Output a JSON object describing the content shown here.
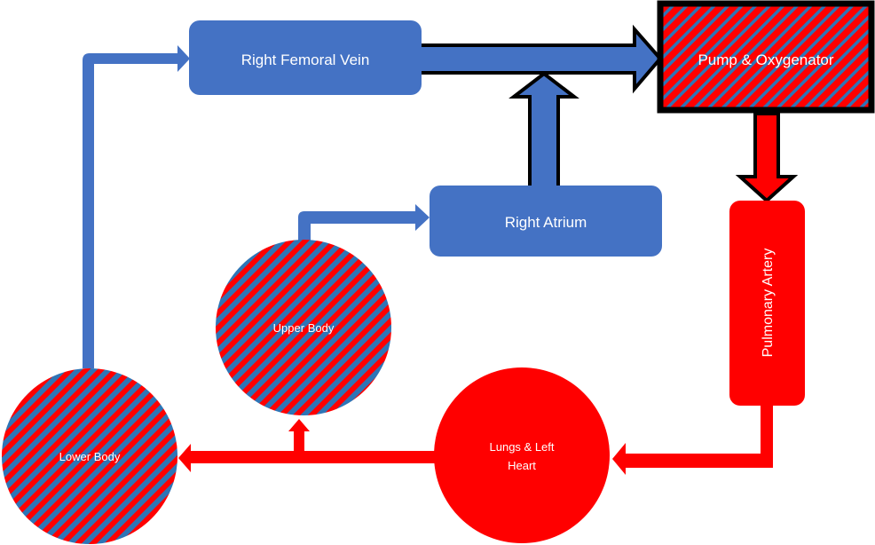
{
  "title": "ECMO circulation diagram",
  "colors": {
    "venous_blue": "#4472C4",
    "arterial_red": "#FF0000",
    "mixed_blue": "#2E75B6",
    "outline": "#000000",
    "text": "#FFFFFF"
  },
  "nodes": {
    "right_femoral_vein": "Right Femoral Vein",
    "pump_oxygenator": "Pump & Oxygenator",
    "right_atrium": "Right Atrium",
    "pulmonary_artery": "Pulmonary Artery",
    "upper_body": "Upper Body",
    "lower_body": "Lower Body",
    "lungs_left_heart_line1": "Lungs & Left",
    "lungs_left_heart_line2": "Heart"
  },
  "flows": [
    {
      "from": "Lower Body",
      "to": "Right Femoral Vein",
      "type": "venous"
    },
    {
      "from": "Right Femoral Vein",
      "to": "Pump & Oxygenator",
      "type": "venous"
    },
    {
      "from": "Right Atrium",
      "to": "Pump & Oxygenator",
      "type": "venous"
    },
    {
      "from": "Upper Body",
      "to": "Right Atrium",
      "type": "venous"
    },
    {
      "from": "Pump & Oxygenator",
      "to": "Pulmonary Artery",
      "type": "arterial"
    },
    {
      "from": "Pulmonary Artery",
      "to": "Lungs & Left Heart",
      "type": "arterial"
    },
    {
      "from": "Lungs & Left Heart",
      "to": "Lower Body",
      "type": "arterial"
    },
    {
      "from": "Lungs & Left Heart",
      "to": "Upper Body",
      "type": "arterial"
    }
  ]
}
